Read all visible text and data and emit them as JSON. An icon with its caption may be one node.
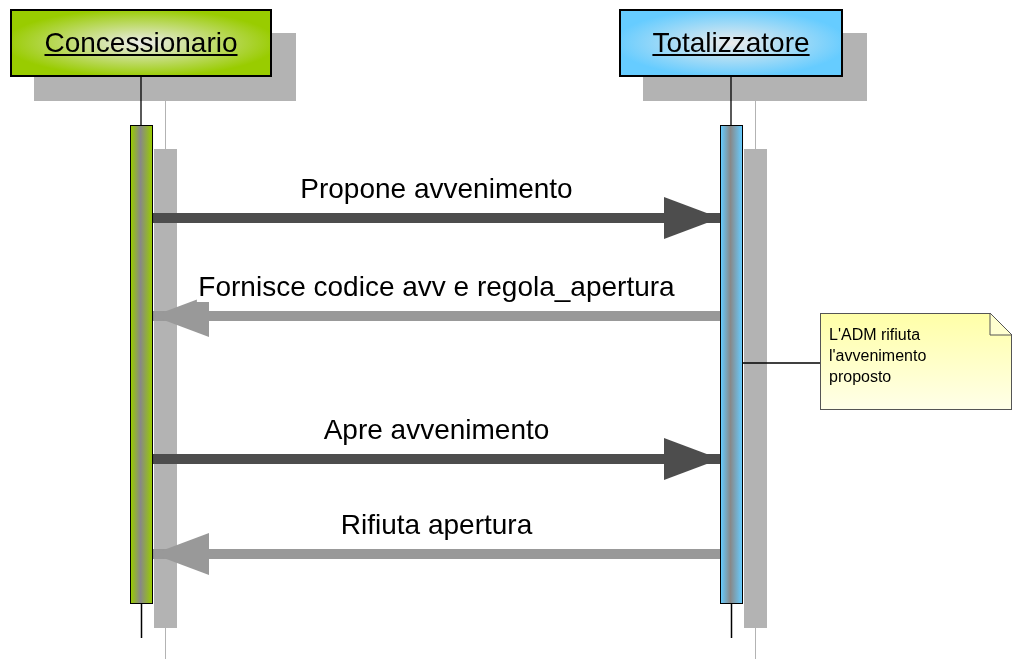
{
  "diagram": {
    "nodes": [
      {
        "text": [
          "Concessionario"
        ]
      },
      {
        "text": [
          "Totalizzatore"
        ]
      },
      {
        "text": [],
        "shape": "bar"
      },
      {
        "text": [],
        "shape": "bar"
      },
      {
        "text": [
          "L'ADM rifiuta l'avvenimento proposto"
        ]
      }
    ],
    "edges": [
      {
        "from": 0,
        "to": 2,
        "arrow": "none"
      },
      {
        "from": 1,
        "to": 3,
        "arrow": "none"
      },
      {
        "from": 2,
        "to": 3,
        "arrow": "to",
        "label": "Propone avvenimento",
        "color": "#4d4d4d"
      },
      {
        "from": 3,
        "to": 2,
        "arrow": "to",
        "label": "Fornisce codice avv e regola_apertura",
        "color": "#999999"
      },
      {
        "from": 2,
        "to": 3,
        "arrow": "to",
        "label": "Apre avvenimento",
        "color": "#4d4d4d"
      },
      {
        "from": 3,
        "to": 2,
        "arrow": "to",
        "label": "Rifiuta apertura",
        "color": "#999999"
      },
      {
        "from": 4,
        "to": 3,
        "arrow": "none"
      }
    ]
  }
}
